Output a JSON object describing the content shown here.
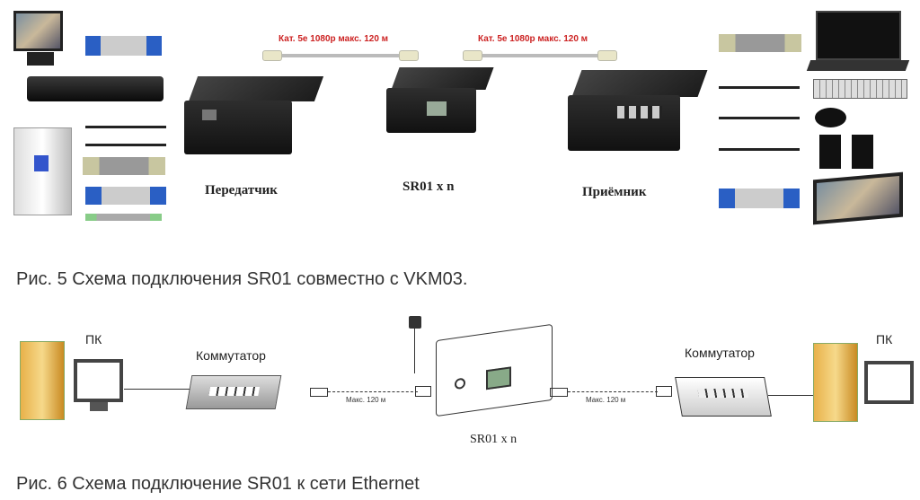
{
  "fig5": {
    "cable_label_1": "Кат. 5е 1080р макс. 120 м",
    "cable_label_2": "Кат. 5е 1080р макс. 120 м",
    "transmitter_label": "Передатчик",
    "sr01_label": "SR01 x n",
    "receiver_label": "Приёмник",
    "caption": "Рис. 5 Схема подключения SR01 совместно с VKM03."
  },
  "fig6": {
    "pc_left_label": "ПК",
    "switch_left_label": "Коммутатор",
    "cable_left_label": "Макс. 120 м",
    "cable_right_label": "Макс. 120 м",
    "sr01_label": "SR01 x n",
    "switch_right_label": "Коммутатор",
    "pc_right_label": "ПК",
    "caption": "Рис. 6 Схема подключение SR01 к сети Ethernet"
  }
}
